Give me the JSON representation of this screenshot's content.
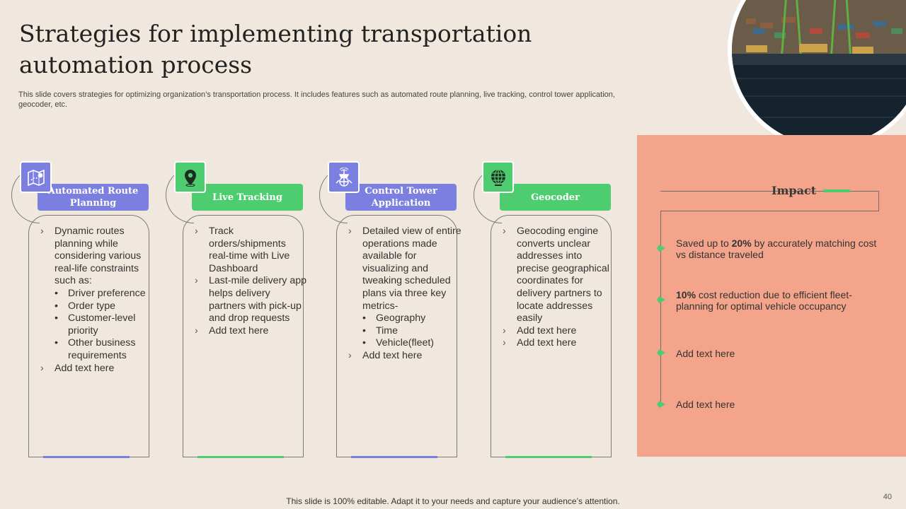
{
  "title": "Strategies for implementing transportation automation process",
  "subtitle": "This slide covers strategies for optimizing organization’s transportation process. It includes features such as automated route planning, live tracking, control tower application, geocoder, etc.",
  "columns": [
    {
      "heading": "Automated Route Planning",
      "icon": "route-map-icon",
      "color": "#7b7fe0",
      "items": [
        {
          "kind": "item",
          "text": "Dynamic routes planning while considering various real-life constraints such as:"
        },
        {
          "kind": "sub",
          "text": "Driver preference"
        },
        {
          "kind": "sub",
          "text": "Order type"
        },
        {
          "kind": "sub",
          "text": "Customer-level priority"
        },
        {
          "kind": "sub",
          "text": "Other business requirements"
        },
        {
          "kind": "item",
          "text": "Add text here"
        }
      ]
    },
    {
      "heading": "Live Tracking",
      "icon": "location-pin-icon",
      "color": "#4ecc70",
      "items": [
        {
          "kind": "item",
          "text": "Track orders/shipments real-time with Live Dashboard"
        },
        {
          "kind": "item",
          "text": "Last-mile delivery app helps delivery partners with pick-up and drop requests"
        },
        {
          "kind": "item",
          "text": "Add text here"
        }
      ]
    },
    {
      "heading": "Control Tower Application",
      "icon": "control-tower-icon",
      "color": "#7b7fe0",
      "items": [
        {
          "kind": "item",
          "text": "Detailed view of entire operations made available for visualizing and tweaking scheduled plans via three key metrics-"
        },
        {
          "kind": "sub",
          "text": "Geography"
        },
        {
          "kind": "sub",
          "text": "Time"
        },
        {
          "kind": "sub",
          "text": "Vehicle(fleet)"
        },
        {
          "kind": "item",
          "text": "Add text here"
        }
      ]
    },
    {
      "heading": "Geocoder",
      "icon": "globe-icon",
      "color": "#4ecc70",
      "items": [
        {
          "kind": "item",
          "text": "Geocoding engine converts unclear addresses into precise geographical coordinates for delivery partners to locate addresses easily"
        },
        {
          "kind": "item",
          "text": "Add text here"
        },
        {
          "kind": "item",
          "text": "Add text here"
        }
      ]
    }
  ],
  "impact": {
    "title": "Impact",
    "points": [
      {
        "pre": "Saved up to ",
        "bold": "20%",
        "post": "  by accurately matching cost vs distance traveled"
      },
      {
        "pre": "",
        "bold": "10%",
        "post": "  cost reduction due to efficient fleet-planning for optimal vehicle occupancy"
      },
      {
        "pre": "Add text here",
        "bold": "",
        "post": ""
      },
      {
        "pre": "Add text here",
        "bold": "",
        "post": ""
      }
    ]
  },
  "photo": {
    "icon": "port-cranes-photo"
  },
  "footer": "This slide is 100% editable. Adapt it to your needs and capture your audience’s attention.",
  "page_number": "40"
}
